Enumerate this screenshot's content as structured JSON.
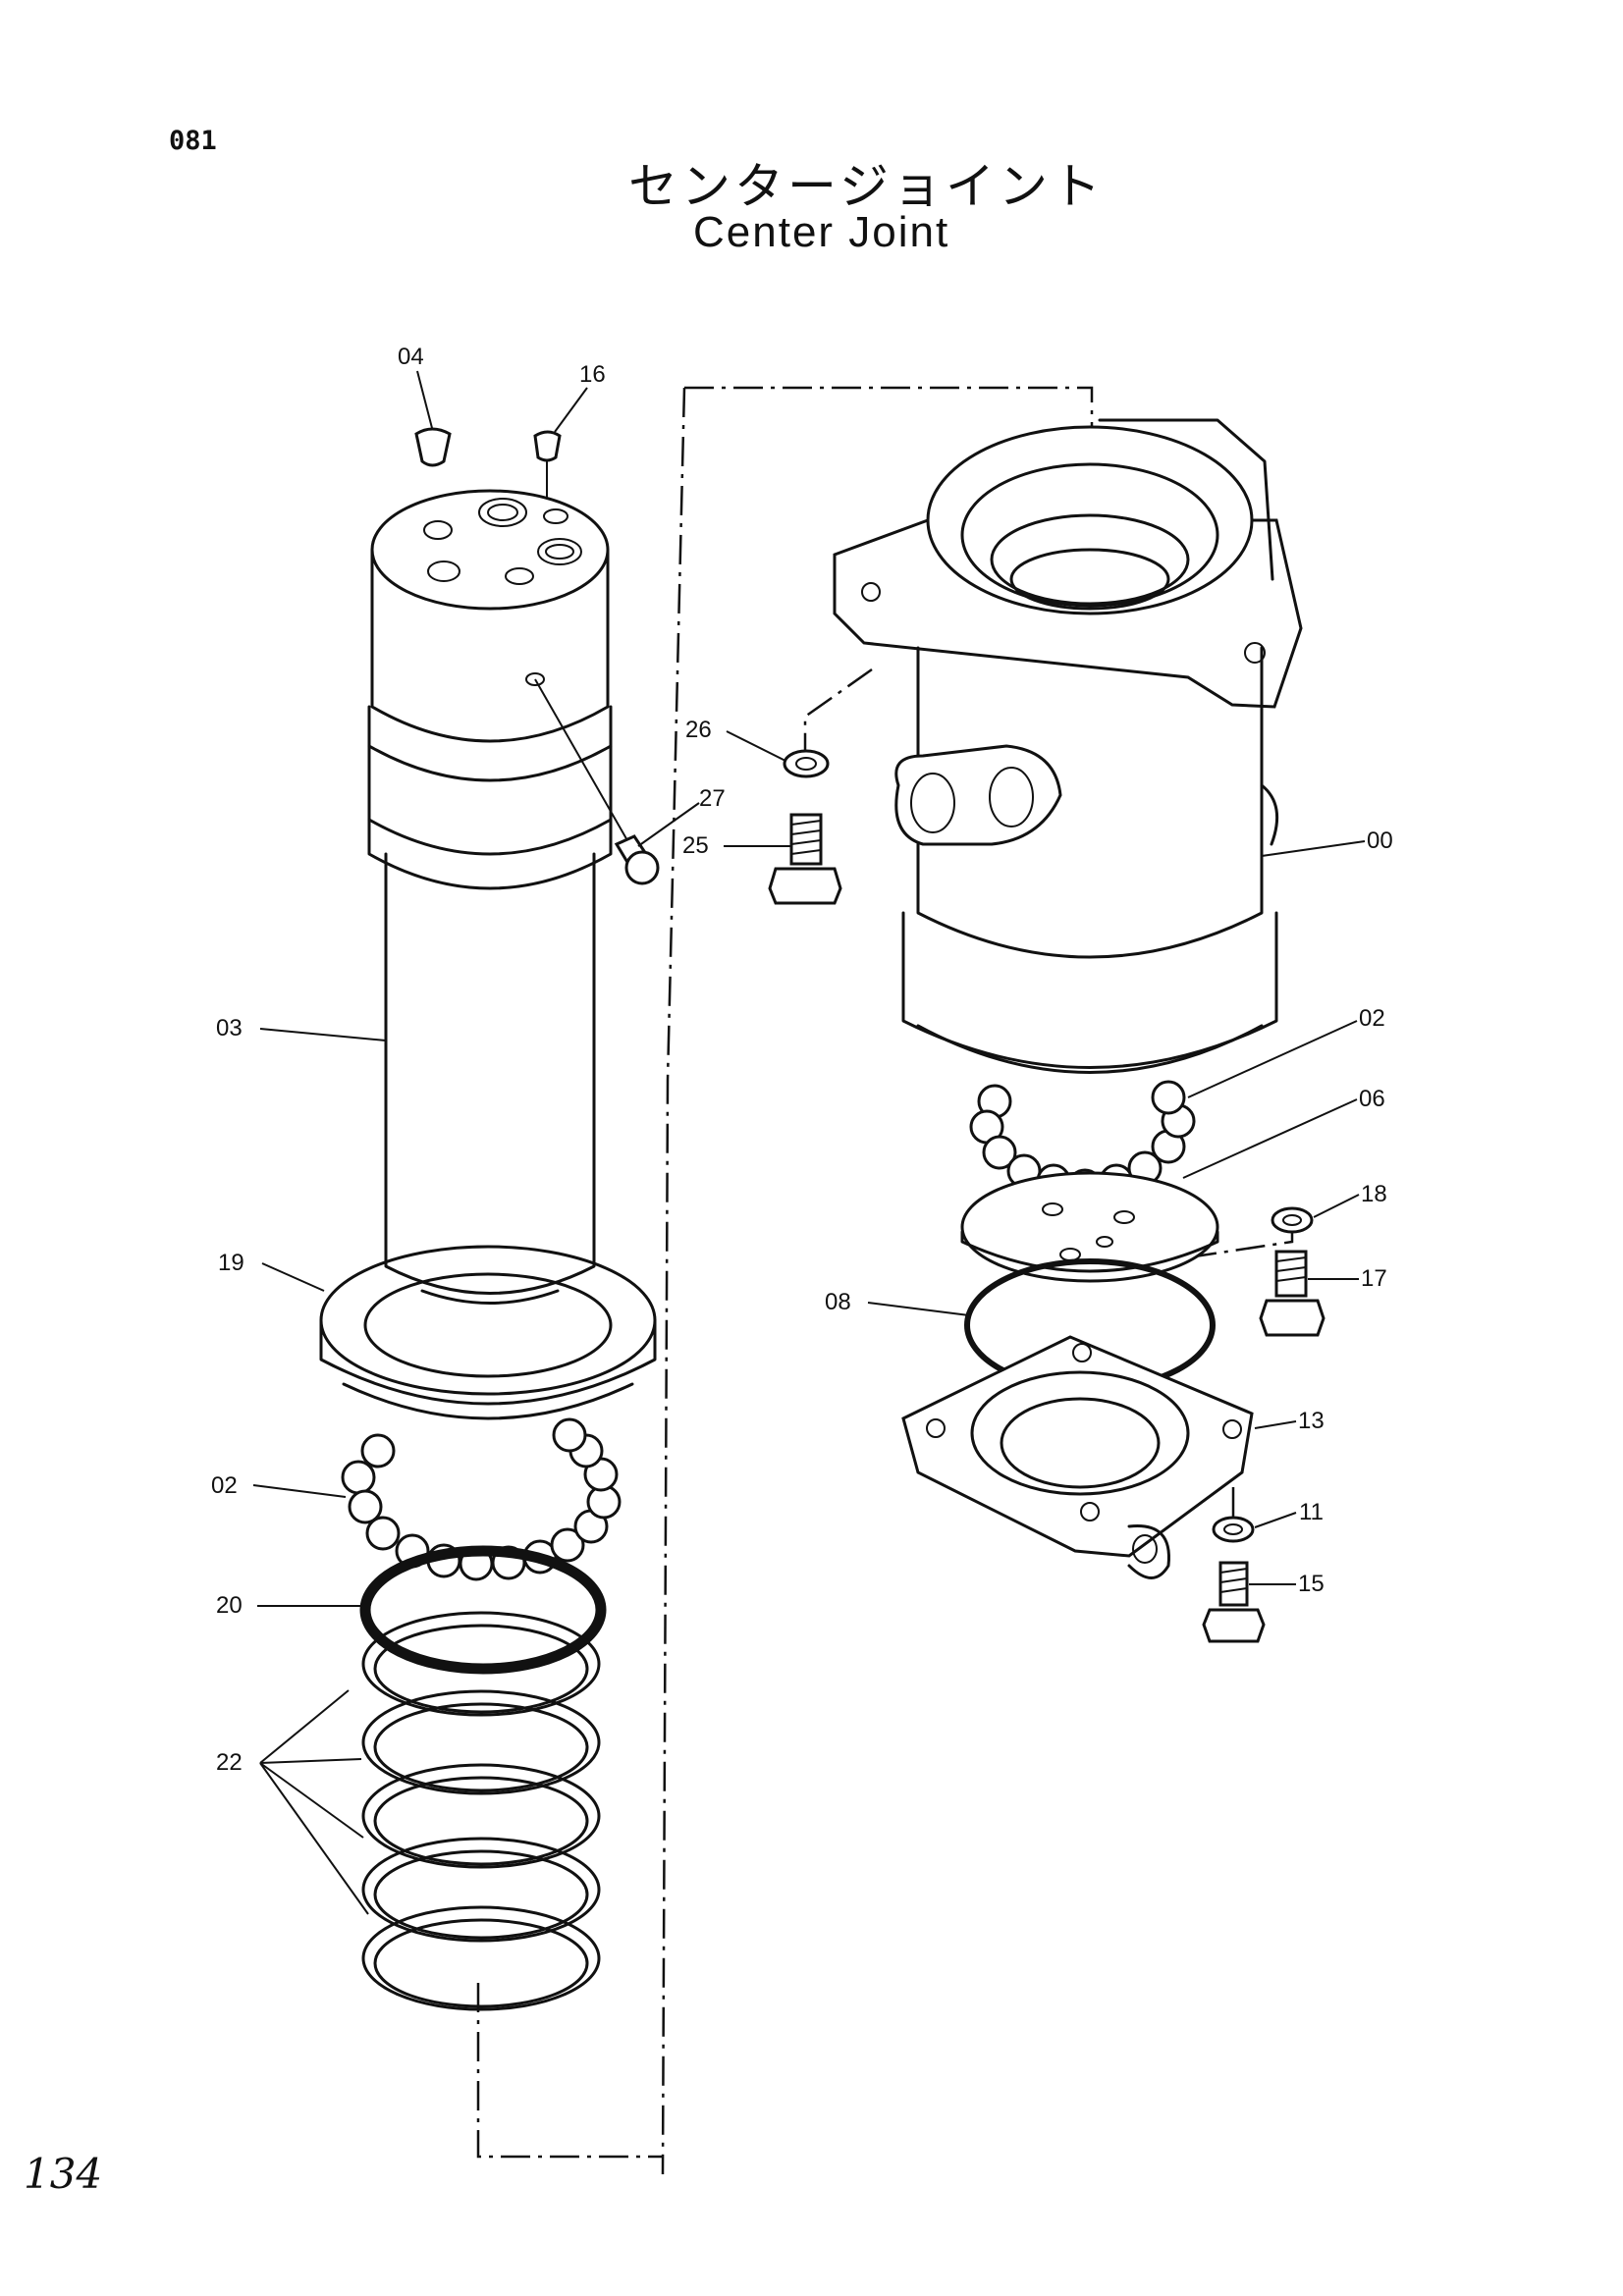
{
  "header": {
    "code": "081",
    "title_jp": "センタージョイント",
    "title_en": "Center Joint"
  },
  "footer": {
    "page_number": "134"
  },
  "callouts": [
    {
      "id": "c04",
      "label": "04"
    },
    {
      "id": "c16",
      "label": "16"
    },
    {
      "id": "c27",
      "label": "27"
    },
    {
      "id": "c03",
      "label": "03"
    },
    {
      "id": "c19",
      "label": "19"
    },
    {
      "id": "c02a",
      "label": "02"
    },
    {
      "id": "c20",
      "label": "20"
    },
    {
      "id": "c22",
      "label": "22"
    },
    {
      "id": "c26",
      "label": "26"
    },
    {
      "id": "c25",
      "label": "25"
    },
    {
      "id": "c00",
      "label": "00"
    },
    {
      "id": "c02b",
      "label": "02"
    },
    {
      "id": "c06",
      "label": "06"
    },
    {
      "id": "c18",
      "label": "18"
    },
    {
      "id": "c17",
      "label": "17"
    },
    {
      "id": "c08",
      "label": "08"
    },
    {
      "id": "c13",
      "label": "13"
    },
    {
      "id": "c11",
      "label": "11"
    },
    {
      "id": "c15",
      "label": "15"
    }
  ]
}
